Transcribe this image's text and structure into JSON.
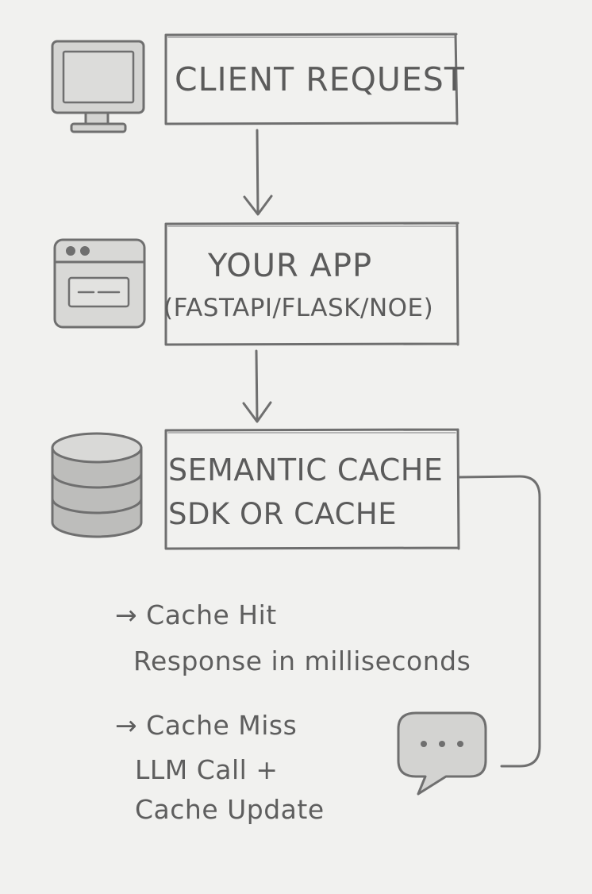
{
  "nodes": {
    "client": {
      "label": "CLIENT REQUEST",
      "icon": "monitor-icon"
    },
    "app": {
      "line1": "YOUR APP",
      "line2": "(FASTAPI/FLASK/NOE)",
      "icon": "browser-window-icon"
    },
    "cache": {
      "line1": "SEMANTIC CACHE",
      "line2": "SDK OR CACHE",
      "icon": "database-icon"
    }
  },
  "outcomes": {
    "hit": {
      "title": "Cache Hit",
      "detail": "Response in milliseconds"
    },
    "miss": {
      "title": "Cache Miss",
      "detail1": "LLM Call +",
      "detail2": "Cache Update"
    }
  },
  "arrow_glyph": "→",
  "colors": {
    "background": "#f1f1ef",
    "stroke": "#6f6f6f",
    "icon_fill": "#cfcfcd",
    "text": "#5b5b5b"
  }
}
